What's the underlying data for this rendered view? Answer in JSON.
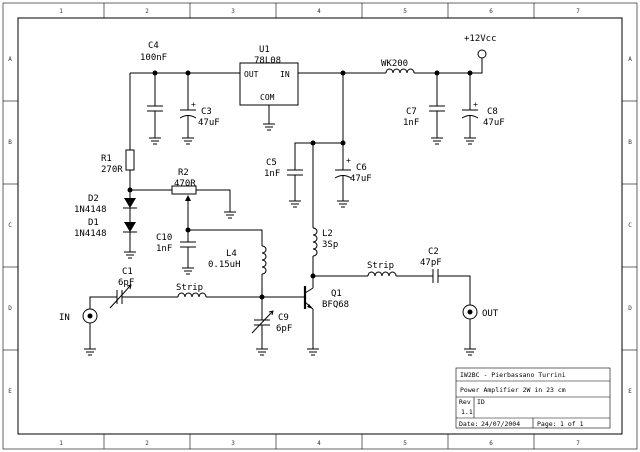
{
  "frame": {
    "columns": [
      "1",
      "2",
      "3",
      "4",
      "5",
      "6",
      "7"
    ],
    "rows": [
      "A",
      "B",
      "C",
      "D",
      "E"
    ]
  },
  "supply": {
    "label": "+12Vcc"
  },
  "components": {
    "u1": {
      "ref": "U1",
      "value": "78L08",
      "out": "OUT",
      "in": "IN",
      "com": "COM"
    },
    "c4": {
      "ref": "C4",
      "value": "100nF"
    },
    "c3": {
      "ref": "C3",
      "value": "47uF"
    },
    "wk": {
      "ref": "WK200"
    },
    "c7": {
      "ref": "C7",
      "value": "1nF"
    },
    "c8": {
      "ref": "C8",
      "value": "47uF"
    },
    "r1": {
      "ref": "R1",
      "value": "270R"
    },
    "c5": {
      "ref": "C5",
      "value": "1nF"
    },
    "c6": {
      "ref": "C6",
      "value": "47uF"
    },
    "r2": {
      "ref": "R2",
      "value": "470R"
    },
    "d2": {
      "ref": "D2",
      "value": "1N4148"
    },
    "d1": {
      "ref": "D1",
      "value": "1N4148"
    },
    "c10": {
      "ref": "C10",
      "value": "1nF"
    },
    "l4": {
      "ref": "L4",
      "value": "0.15uH"
    },
    "l2": {
      "ref": "L2",
      "value": "3Sp"
    },
    "c1": {
      "ref": "C1",
      "value": "6pF"
    },
    "strip_in": {
      "label": "Strip"
    },
    "strip_out": {
      "label": "Strip"
    },
    "c2": {
      "ref": "C2",
      "value": "47pF"
    },
    "q1": {
      "ref": "Q1",
      "value": "BFQ68"
    },
    "c9": {
      "ref": "C9",
      "value": "6pF"
    }
  },
  "ports": {
    "in": "IN",
    "out": "OUT"
  },
  "title_block": {
    "author": "IW2BC - Pierbassano Turrini",
    "title": "Power Amplifier 2W in 23 cm",
    "rev_label": "Rev",
    "rev": "1.1",
    "id_label": "ID",
    "date_label": "Date:",
    "date": "24/07/2004",
    "page_label": "Page:",
    "page": "1 of 1"
  }
}
